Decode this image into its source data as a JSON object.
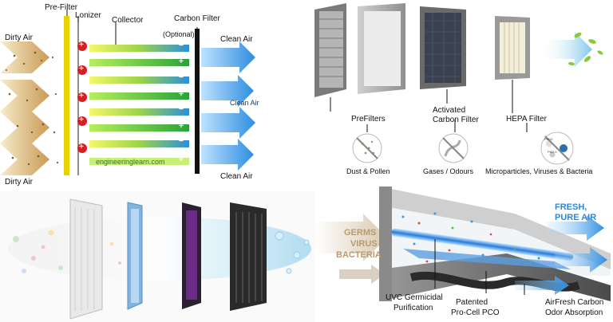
{
  "ionizer_diagram": {
    "dirty_air_top": "Dirty Air",
    "dirty_air_bottom": "Dirty Air",
    "prefilter": "Pre-Filter",
    "lonizer": "Lonizer",
    "collector": "Collector",
    "carbon_filter": "Carbon Filter",
    "optional": "(Optional)",
    "clean_air_top": "Clean Air",
    "clean_air_mid": "Clean Air",
    "clean_air_bottom": "Clean Air",
    "watermark": "engineeringlearn.com",
    "plus_sign": "+",
    "minus_sign": "−",
    "colors": {
      "prefilter": "#e8d200",
      "ionizer_mark": "#d62020",
      "carbon": "#111111",
      "clean_air": "#2f8fe0"
    }
  },
  "filter_stages": {
    "prefilters": "PreFilters",
    "activated": "Activated",
    "carbon_filter": "Carbon Filter",
    "hepa": "HEPA Filter",
    "dust": "Dust & Pollen",
    "gases": "Gases / Odours",
    "micro": "Microparticles, Viruses & Bacteria",
    "pm_a": "PM10",
    "pm_b": "PM2.5"
  },
  "pco_diagram": {
    "germs": "GERMS",
    "virus": "VIRUS",
    "bacteria": "BACTERIA",
    "fresh": "FRESH,",
    "pure_air": "PURE AIR",
    "uvc_1": "UVC Germicidal",
    "uvc_2": "Purification",
    "pco_1": "Patented",
    "pco_2": "Pro-Cell PCO",
    "carbon_1": "AirFresh Carbon",
    "carbon_2": "Odor Absorption"
  }
}
